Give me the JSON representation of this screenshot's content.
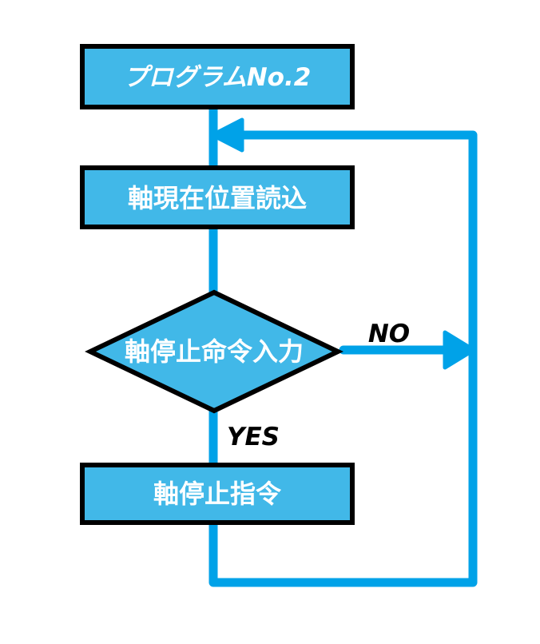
{
  "diagram": {
    "type": "flowchart",
    "nodes": {
      "start": {
        "label": "プログラムNo.2",
        "shape": "process"
      },
      "read": {
        "label": "軸現在位置読込",
        "shape": "process"
      },
      "decision": {
        "label": "軸停止命令入力",
        "shape": "decision"
      },
      "stop": {
        "label": "軸停止指令",
        "shape": "process"
      }
    },
    "edge_labels": {
      "no": "NO",
      "yes": "YES"
    }
  },
  "colors": {
    "node_fill": "#41b8e8",
    "node_border": "#000000",
    "node_text": "#ffffff",
    "arrow": "#00a2e8",
    "label_text": "#000000",
    "background": "#ffffff"
  }
}
